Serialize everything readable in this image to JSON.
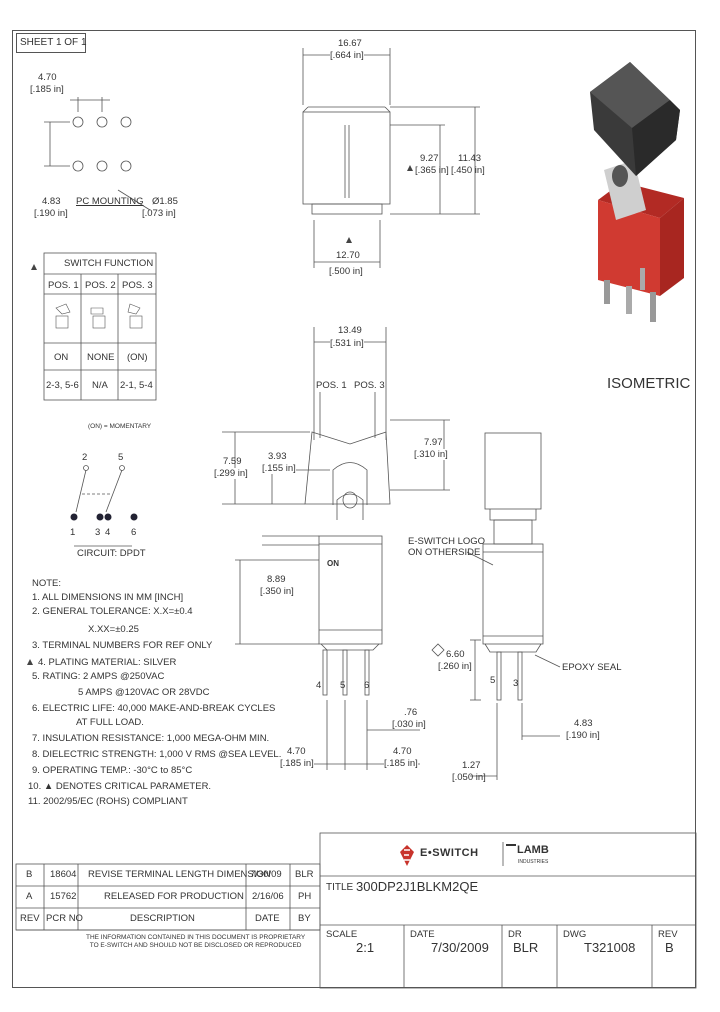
{
  "sheet_label": "SHEET 1 OF 1",
  "pc_mounting": {
    "label": "PC MOUNTING",
    "dim_top": "4.70",
    "dim_top_in": "[.185 in]",
    "dim_bottom": "4.83",
    "dim_bottom_in": "[.190 in]",
    "hole": "Ø1.85",
    "hole_in": "[.073 in]"
  },
  "front_view": {
    "width": "16.67",
    "width_in": "[.664 in]",
    "h1": "9.27",
    "h1_in": "[.365 in]",
    "h2": "11.43",
    "h2_in": "[.450 in]",
    "base": "12.70",
    "base_in": "[.500 in]"
  },
  "switch_function": {
    "title": "SWITCH FUNCTION",
    "headers": [
      "POS. 1",
      "POS. 2",
      "POS. 3"
    ],
    "row_state": [
      "ON",
      "NONE",
      "(ON)"
    ],
    "row_conn": [
      "2-3, 5-6",
      "N/A",
      "2-1, 5-4"
    ],
    "footnote": "(ON) = MOMENTARY"
  },
  "circuit": {
    "label": "CIRCUIT: DPDT",
    "top_nums": [
      "2",
      "5"
    ],
    "bottom_nums": [
      "1",
      "3",
      "4",
      "6"
    ]
  },
  "side_view": {
    "width": "13.49",
    "width_in": "[.531 in]",
    "pos1": "POS. 1",
    "pos3": "POS. 3",
    "d1": "7.59",
    "d1_in": "[.299 in]",
    "d2": "3.93",
    "d2_in": "[.155 in]",
    "d3": "7.97",
    "d3_in": "[.310 in]",
    "d4": "8.89",
    "d4_in": "[.350 in]",
    "d5": ".76",
    "d5_in": "[.030 in]",
    "d6": "4.70",
    "d6_in": "[.185 in]",
    "d7": "4.70",
    "d7_in": "[.185 in]",
    "pins": [
      "4",
      "5",
      "6"
    ],
    "on_label": "ON"
  },
  "right_view": {
    "logo_note": "E-SWITCH LOGO\nON OTHERSIDE",
    "epoxy": "EPOXY SEAL",
    "d1": "6.60",
    "d1_in": "[.260 in]",
    "d2": "4.83",
    "d2_in": "[.190 in]",
    "d3": "1.27",
    "d3_in": "[.050 in]",
    "pins": [
      "5",
      "3"
    ]
  },
  "isometric_label": "ISOMETRIC",
  "notes": {
    "title": "NOTE:",
    "items": [
      "1. ALL DIMENSIONS IN MM [INCH]",
      "2. GENERAL TOLERANCE: X.X=±0.4",
      "X.XX=±0.25",
      "3. TERMINAL NUMBERS FOR REF ONLY",
      "4. PLATING MATERIAL: SILVER",
      "5. RATING: 2 AMPS @250VAC",
      "5 AMPS @120VAC OR 28VDC",
      "6. ELECTRIC LIFE: 40,000 MAKE-AND-BREAK CYCLES",
      "AT FULL LOAD.",
      "7. INSULATION RESISTANCE: 1,000 MEGA-OHM MIN.",
      "8. DIELECTRIC STRENGTH: 1,000 V RMS @SEA LEVEL.",
      "9. OPERATING TEMP.: -30°C to 85°C",
      "10. ▲ DENOTES CRITICAL PARAMETER.",
      "11. 2002/95/EC (ROHS) COMPLIANT"
    ]
  },
  "revisions": {
    "headers": [
      "REV",
      "PCR NO",
      "DESCRIPTION",
      "DATE",
      "BY"
    ],
    "rows": [
      [
        "B",
        "18604",
        "REVISE TERMINAL LENGTH DIMENSION",
        "7/30/09",
        "BLR"
      ],
      [
        "A",
        "15762",
        "RELEASED FOR PRODUCTION",
        "2/16/06",
        "PH"
      ]
    ],
    "disclaimer": "THE INFORMATION CONTAINED IN THIS DOCUMENT IS PROPRIETARY\nTO E-SWITCH AND SHOULD NOT BE DISCLOSED OR REPRODUCED"
  },
  "title_block": {
    "brand": "E•SWITCH",
    "brand2": "LAMB",
    "brand2_sub": "INDUSTRIES",
    "title_label": "TITLE",
    "title": "300DP2J1BLKM2QE",
    "labels": [
      "SCALE",
      "DATE",
      "DR",
      "DWG",
      "REV"
    ],
    "values": [
      "2:1",
      "7/30/2009",
      "BLR",
      "T321008",
      "B"
    ]
  },
  "colors": {
    "line": "#555555",
    "red": "#c8332b",
    "dark": "#3a3a3a"
  }
}
